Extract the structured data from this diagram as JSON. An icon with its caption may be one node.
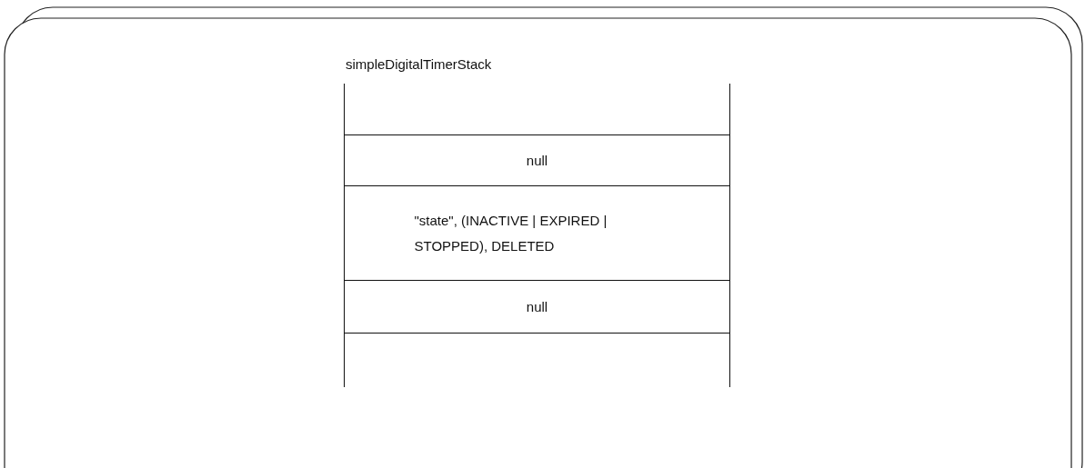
{
  "diagram": {
    "nodes": [
      {
        "text": [
          "simpleDigitalTimerStack"
        ]
      },
      {
        "text": [],
        "shape": "box",
        "in": 0
      },
      {
        "text": [
          "null"
        ],
        "in": 0
      },
      {
        "text": [
          "\"state\", (INACTIVE | EXPIRED | STOPPED), DELETED"
        ],
        "in": 0
      },
      {
        "text": [
          "null"
        ],
        "in": 0
      },
      {
        "text": [],
        "shape": "box",
        "in": 0
      }
    ]
  }
}
